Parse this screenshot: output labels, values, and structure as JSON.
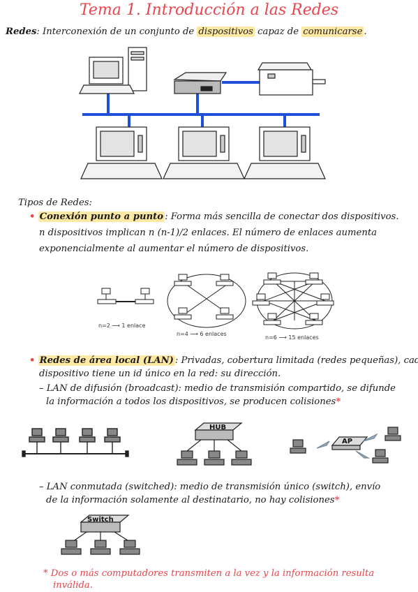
{
  "title": "Tema 1. Introducción a las Redes",
  "definition": {
    "term": "Redes",
    "text_before": ": Interconexión de un conjunto de ",
    "highlight1": "dispositivos",
    "text_middle": " capaz de ",
    "highlight2": "comunicarse",
    "text_after": "."
  },
  "types_heading": "Tipos de Redes:",
  "p2p": {
    "bullet": "•",
    "term": "Conexión punto a punto",
    "line1_rest": ": Forma más sencilla de conectar dos dispositivos.",
    "line2": "n dispositivos implican n (n-1)/2 enlaces. El número de enlaces aumenta",
    "line3": "exponencialmente al aumentar el número de dispositivos."
  },
  "p2p_labels": {
    "n2": "n=2 ⟶ 1 enlace",
    "n4": "n=4 ⟶ 6 enlaces",
    "n6": "n=6 ⟶ 15 enlaces"
  },
  "lan": {
    "bullet": "•",
    "term": "Redes de área local (LAN)",
    "line1_rest": ": Privadas, cobertura limitada (redes pequeñas), cada",
    "line2": "dispositivo tiene un id único en la red: su dirección.",
    "broadcast_l1": "– LAN de difusión (broadcast): medio de transmisión compartido, se difunde",
    "broadcast_l2": "la información a todos los dispositivos, se producen colisiones",
    "star": "*",
    "switched_l1": "– LAN conmutada (switched): medio de transmisión único (switch), envío",
    "switched_l2": "de la información solamente al destinatario, no hay colisiones"
  },
  "device_labels": {
    "hub": "HUB",
    "ap": "AP",
    "switch": "Switch"
  },
  "footnote": {
    "l1": "* Dos o más computadores transmiten a la vez y la información resulta",
    "l2": "inválida."
  },
  "colors": {
    "title_red": "#e8454d",
    "highlight_yellow": "#fde9a3",
    "network_blue": "#1f4fd8",
    "ink": "#1a1a1a"
  }
}
